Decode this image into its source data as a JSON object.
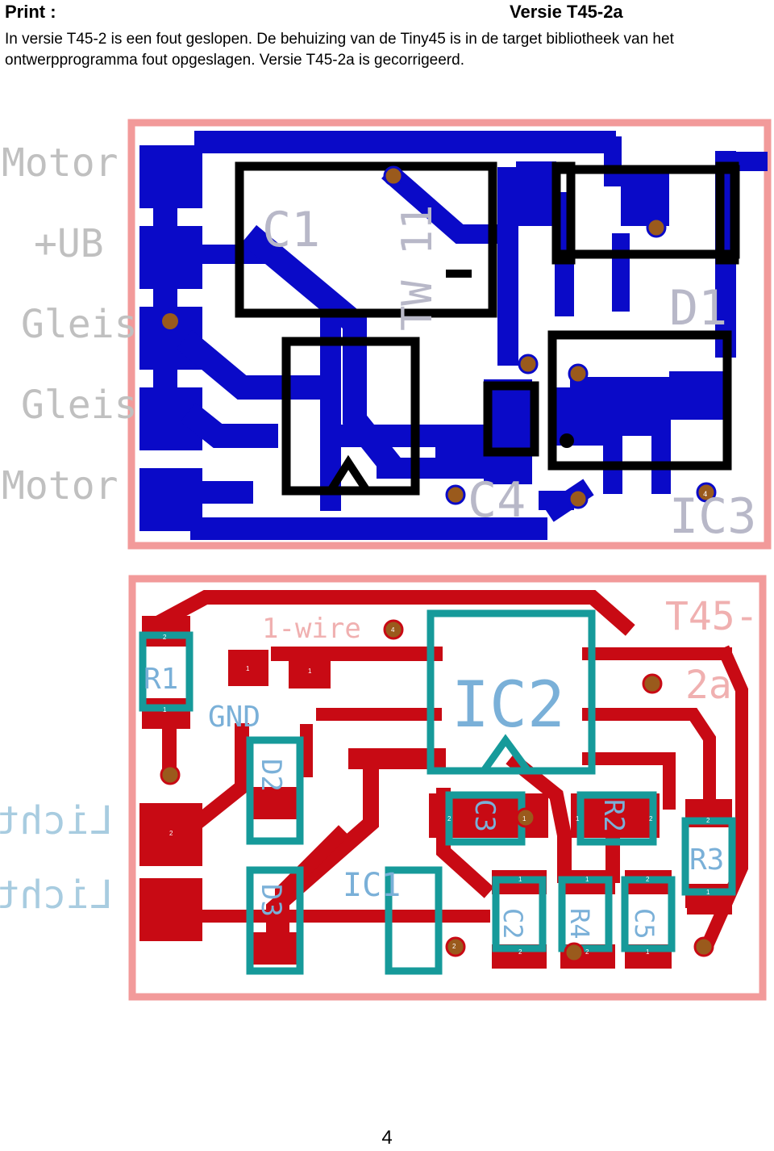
{
  "header": {
    "left": "Print :",
    "right": "Versie T45-2a"
  },
  "description": "In versie T45-2 is een fout geslopen. De behuizing van de Tiny45 is in de target bibliotheek van het ontwerpprogramma fout opgeslagen. Versie T45-2a  is gecorrigeerd.",
  "top_board": {
    "labels": [
      "Motor",
      "+UB",
      "Gleis",
      "Gleis",
      "Motor"
    ],
    "silk": {
      "c1": "C1",
      "tw11": "TW 11",
      "d1": "D1",
      "c4": "C4",
      "ic3": "IC3",
      "pin4": "4"
    }
  },
  "bottom_board": {
    "labels": [
      "LichtH",
      "LichtV"
    ],
    "silk": {
      "version_1": "T45-",
      "version_2": "2a",
      "one_wire": "1-wire",
      "gnd": "GND",
      "ic2": "IC2",
      "r1": "R1",
      "r2": "R2",
      "r3": "R3",
      "c2": "C2",
      "c3": "C3",
      "c5": "C5",
      "ic1": "IC1",
      "r4": "R4",
      "d2": "D2",
      "d3": "D3"
    },
    "pads": [
      "2",
      "1",
      "1",
      "1",
      "4",
      "2",
      "1",
      "2",
      "1",
      "2",
      "1",
      "2",
      "1",
      "1",
      "2",
      "2",
      "2",
      "1",
      "2"
    ]
  },
  "footer": {
    "page_number": "4"
  },
  "colors": {
    "board_outline": "#f29a9a",
    "top_copper": "#0a0ac8",
    "bottom_copper": "#c80a14",
    "component_outline": "#000000",
    "bottom_outline": "#169a9a",
    "via": "#9a5a1c",
    "silk_grey": "#b8b8c8",
    "silk_blue": "#7ab0d8"
  }
}
